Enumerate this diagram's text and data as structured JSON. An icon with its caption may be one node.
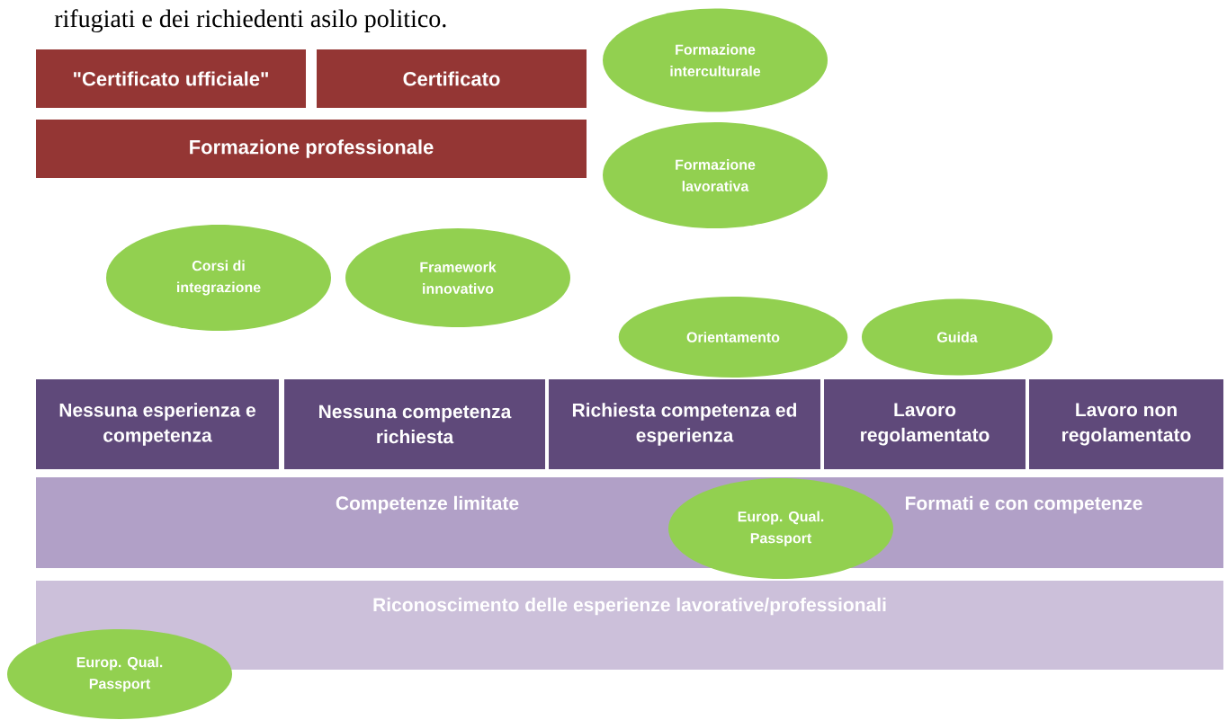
{
  "diagram": {
    "nodes": [
      {
        "text": [
          "\"Certificato ufficiale\""
        ]
      },
      {
        "text": [
          "Certificato"
        ]
      },
      {
        "text": [
          "Formazione professionale"
        ]
      },
      {
        "text": [
          "Formazione interculturale"
        ]
      },
      {
        "text": [
          "Formazione lavorativa"
        ]
      },
      {
        "text": [
          "Corsi di integrazione"
        ]
      },
      {
        "text": [
          "Framework innovativo"
        ]
      },
      {
        "text": [
          "Orientamento"
        ]
      },
      {
        "text": [
          "Guida"
        ]
      },
      {
        "text": [
          "Nessuna esperienza e competenza"
        ]
      },
      {
        "text": [
          "Nessuna competenza richiesta"
        ]
      },
      {
        "text": [
          "Richiesta competenza ed esperienza"
        ]
      },
      {
        "text": [
          "Lavoro regolamentato"
        ]
      },
      {
        "text": [
          "Lavoro non regolamentato"
        ]
      },
      {
        "text": [
          "Competenze limitate",
          "Formati e con competenze"
        ]
      },
      {
        "text": [
          "Europ. Qual. Passport"
        ]
      },
      {
        "text": [
          "Riconoscimento delle esperienze lavorative/professionali"
        ]
      },
      {
        "text": [
          "Europ. Qual. Passport"
        ]
      }
    ],
    "labels": [
      "rifugiati e dei richiedenti asilo politico."
    ]
  }
}
